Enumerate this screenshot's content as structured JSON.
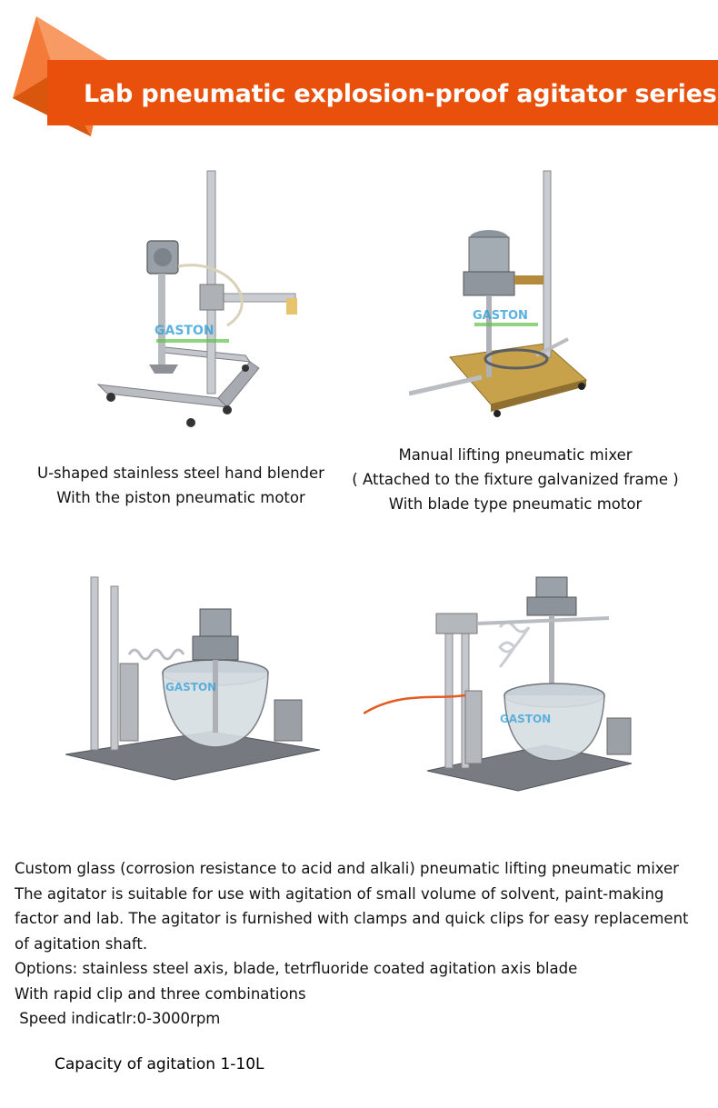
{
  "banner": {
    "title": "Lab pneumatic explosion-proof agitator series",
    "colors": {
      "bar": "#e8500c",
      "accent_dark": "#c7440c",
      "accent_light": "#f47a3a",
      "text": "#ffffff"
    }
  },
  "products": [
    {
      "image_icon": "u-shaped-stand-mixer-photo",
      "caption_lines": [
        "U-shaped stainless steel hand blender",
        "With the piston pneumatic motor"
      ]
    },
    {
      "image_icon": "galvanized-frame-mixer-photo",
      "caption_lines": [
        "Manual lifting pneumatic mixer",
        "( Attached to the fixture galvanized frame )",
        "With blade type pneumatic motor"
      ]
    },
    {
      "image_icon": "glass-vessel-lifting-mixer-photo-1"
    },
    {
      "image_icon": "glass-vessel-lifting-mixer-photo-2"
    }
  ],
  "description": {
    "lines": [
      "Custom glass (corrosion resistance to acid and alkali) pneumatic lifting pneumatic mixer",
      "The agitator is suitable for use with agitation of small volume of solvent, paint-making",
      "factor and lab. The agitator is furnished with clamps and quick clips for easy replacement",
      "of agitation shaft.",
      "Options: stainless steel axis, blade, tetrfluoride coated agitation axis blade",
      "With rapid clip and three combinations",
      " Speed indicatlr:0-3000rpm"
    ]
  },
  "capacity": "Capacity of agitation 1-10L"
}
